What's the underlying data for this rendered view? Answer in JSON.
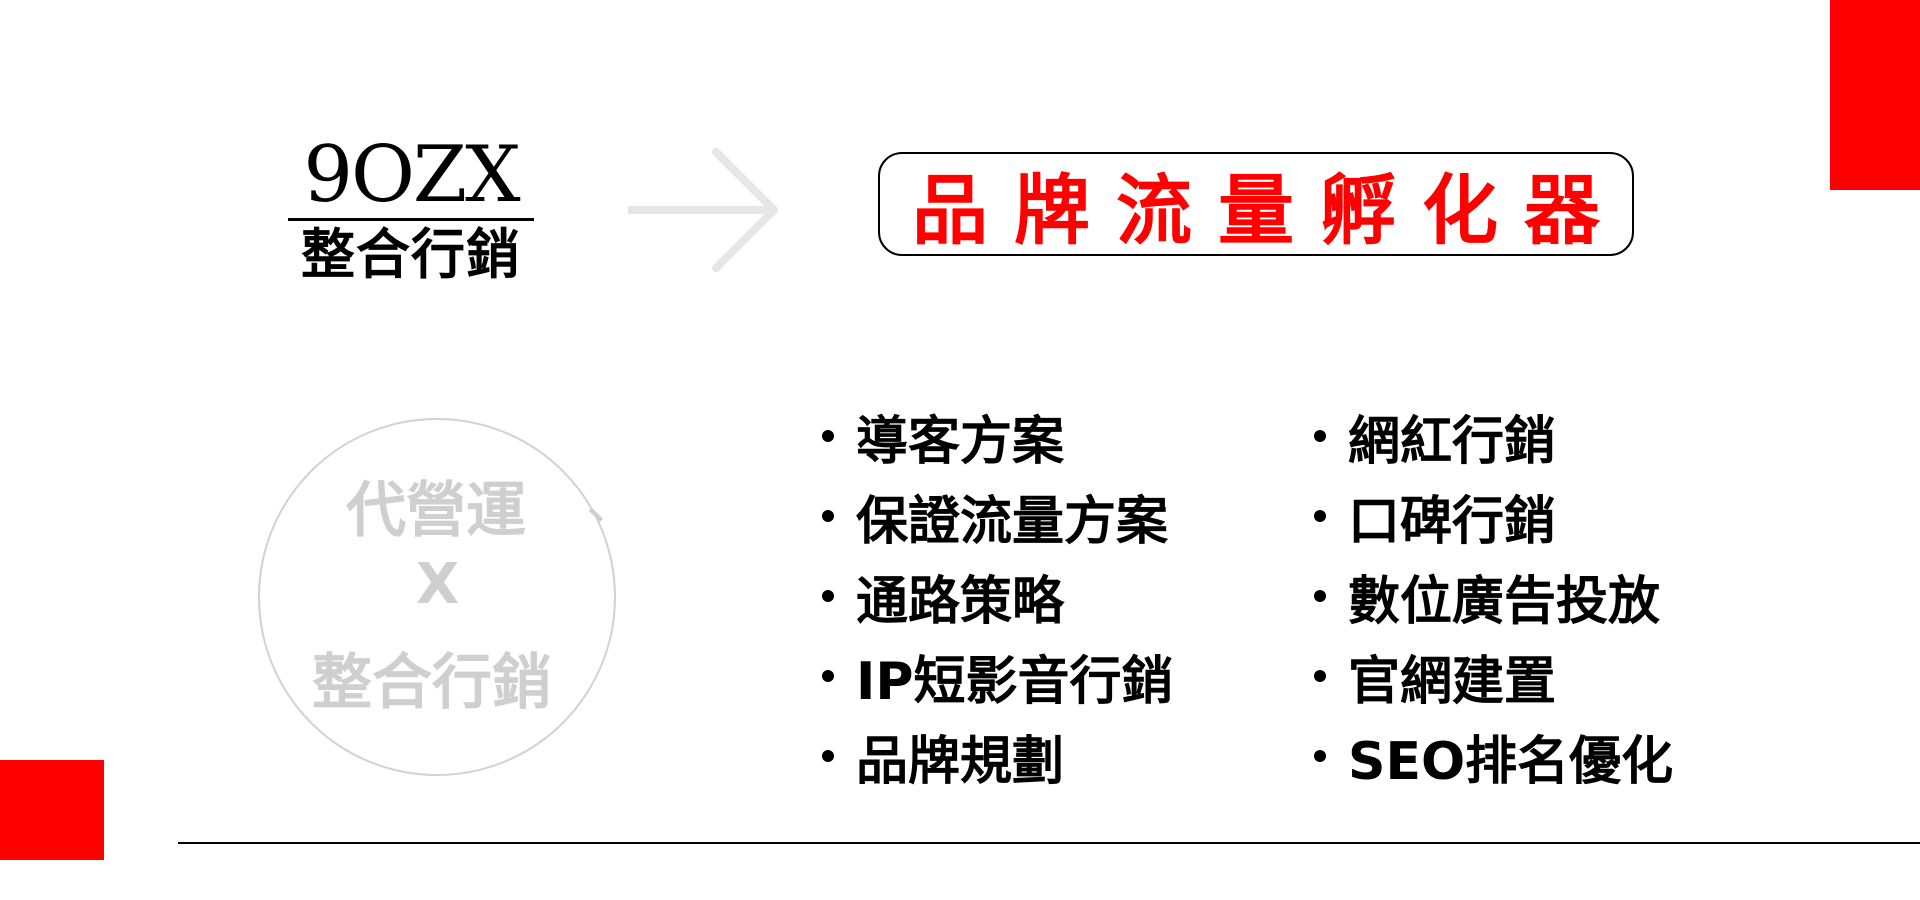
{
  "colors": {
    "accent": "#ff0000",
    "text": "#000000",
    "muted": "#cfcfcf",
    "circle_border": "#d2d2d2",
    "arrow": "#e6e6e6"
  },
  "logo": {
    "mark": "9OZX",
    "subtitle": "整合行銷"
  },
  "headline": "品牌流量孵化器",
  "circle": {
    "line1": "代營運",
    "separator": "、",
    "line2": "X",
    "line3": "整合行銷"
  },
  "services": {
    "left": [
      "導客方案",
      "保證流量方案",
      "通路策略",
      "IP短影音行銷",
      "品牌規劃"
    ],
    "right": [
      "網紅行銷",
      "口碑行銷",
      "數位廣告投放",
      "官網建置",
      "SEO排名優化"
    ]
  }
}
